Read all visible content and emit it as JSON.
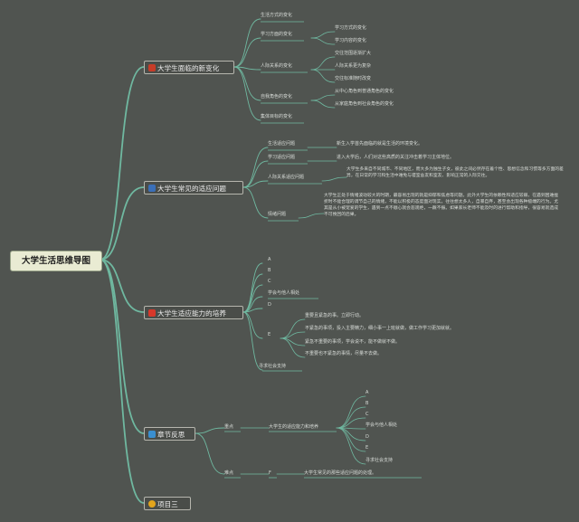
{
  "colors": {
    "background": "#505450",
    "branch": "#6fb8a0",
    "root_fill": "#e9ebd3"
  },
  "root": "大学生活思维导图",
  "topics": {
    "t1": {
      "label": "大学生面临的新变化",
      "icon": "flag-icon",
      "icon_color": "#c83c28"
    },
    "t2": {
      "label": "大学生常见的适应问题",
      "icon": "chart-icon",
      "icon_color": "#3a6fb8"
    },
    "t3": {
      "label": "大学生适应能力的培养",
      "icon": "red-square-icon",
      "icon_color": "#d8382a"
    },
    "t4": {
      "label": "章节反思",
      "icon": "book-icon",
      "icon_color": "#3a8fd0"
    },
    "t5": {
      "label": "项目三",
      "icon": "award-icon",
      "icon_color": "#e3a51c"
    }
  },
  "nodes": {
    "t1_a": "生活方式的变化",
    "t1_b": "学习方面的变化",
    "t1_b1": "学习方式的变化",
    "t1_b2": "学习内容的变化",
    "t1_c": "人际关系的变化",
    "t1_c1": "交往范围逐渐扩大",
    "t1_c2": "人际关系更为复杂",
    "t1_c3": "交往标准随时改变",
    "t1_d": "自我角色的变化",
    "t1_d1": "从中心角色到普通角色的变化",
    "t1_d2": "从家庭角色到社会角色的变化",
    "t1_e": "集体目标的变化",
    "t2_a": "生活适应问题",
    "t2_a1": "新生入学首先面临的就是生活的环境变化。",
    "t2_b": "学习适应问题",
    "t2_b1": "进入大学后，人们对这些高质的关注冲击着学习主体地位。",
    "t2_c": "人际关系适应问题",
    "t2_c1": "大学生多来自不同城市、不同地区，而大多为独生子女，彼此之间必然存在着个性、思想信念和习惯等多方面的差异，在日常的学习和生活中难免与寝室舍友和室友、影响正常的人际交往。",
    "t2_d": "情绪问题",
    "t2_d1": "大学生正处于情绪波动较大的时期，最容易出现的就是抑郁和焦虑等问题。此外大学生的依赖性和适应较弱，在遇到困难挫折时不能合理的调节自己的情绪，不能以积极的态度面对现实，往往想太多人，自暴自弃，甚至会出现各种极端的行为。尤其是从小被宠爱的学生，遇到一点不顺心就会悲观绝，一蹶不振。如果家长老师不能及时的进行帮助和指导，很容易就造成不可挽回的后果。",
    "t3_a": "A",
    "t3_b": "B",
    "t3_c": "C",
    "t3_d": "学会与他人相处",
    "t3_e": "D",
    "t3_f": "E",
    "t3_f1": "重要且紧急的事。立即行动。",
    "t3_f2": "不紧急的事项，投入主要精力，细小事一上班就做，做工作学习更加就就。",
    "t3_f3": "紧急不重要的事项，学会说不，能不做就不做。",
    "t3_f4": "不重要也不紧急的事情，尽量不去做。",
    "t3_g": "寻求社会支持",
    "t4_a": "重点",
    "t4_a1": "大学生的适应能力和培养",
    "t4_a1a": "A",
    "t4_a1b": "B",
    "t4_a1c": "C",
    "t4_a1d": "学会与他人相处",
    "t4_a1e": "D",
    "t4_a1f": "E",
    "t4_a1g": "寻求社会支持",
    "t4_b": "难点",
    "t4_b1": "F",
    "t4_b1a": "大学生常见的那些适应问题的处理。"
  }
}
